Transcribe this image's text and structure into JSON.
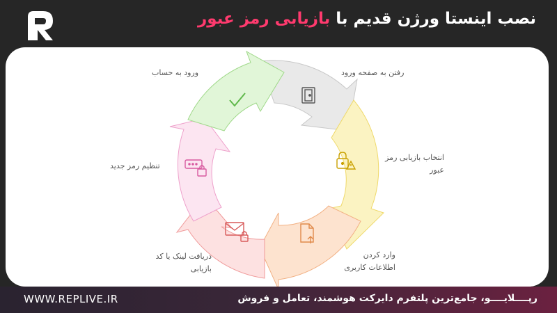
{
  "header": {
    "title_main": "نصب اینستا ورژن قدیم با",
    "title_accent": "بازیابی رمز عبور"
  },
  "diagram": {
    "steps": [
      {
        "label": "رفتن به صفحه ورود",
        "icon": "door-icon",
        "color": "#dcdcdc"
      },
      {
        "label": "انتخاب بازیابی رمز عبور",
        "icon": "lock-warning-icon",
        "color": "#f2e28c"
      },
      {
        "label": "وارد کردن اطلاعات کاربری",
        "icon": "document-upload-icon",
        "color": "#f8c9a4"
      },
      {
        "label": "دریافت لینک یا کد بازیابی",
        "icon": "mail-lock-icon",
        "color": "#f2a8a8"
      },
      {
        "label": "تنظیم رمز جدید",
        "icon": "password-lock-icon",
        "color": "#f2bddb"
      },
      {
        "label": "ورود به حساب",
        "icon": "checkmark-icon",
        "color": "#b9e6a8"
      }
    ]
  },
  "footer": {
    "site": "WWW.REPLIVE.IR",
    "tagline": "رپــــلایــــو، جامع‌ترین پلتفرم دایرکت هوشمند، تعامل و فروش"
  },
  "colors": {
    "background": "#262626",
    "accent": "#ff3a6e"
  }
}
